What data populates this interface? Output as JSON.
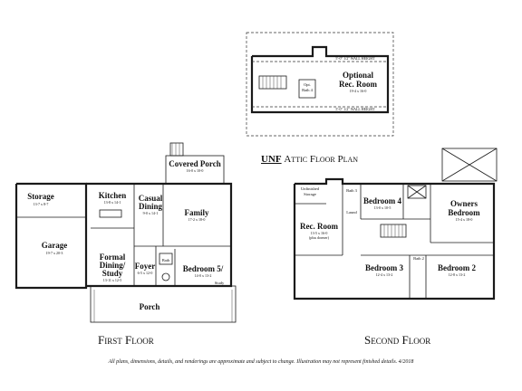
{
  "attic": {
    "room_name_1": "Optional",
    "room_name_2": "Rec. Room",
    "room_dim": "19-4 x 16-0",
    "bath_label_1": "Opt.",
    "bath_label_2": "Bath 4",
    "wall_note_top": "5'-0\" 1/2\" WALL HEIGHT",
    "wall_note_bottom": "5'-0\" 1/2\" WALL HEIGHT",
    "title_mark": "UNF",
    "title": "Attic Floor Plan"
  },
  "first_floor": {
    "title": "First Floor",
    "rooms": {
      "storage": {
        "name": "Storage",
        "dim": "13-7 x 8-7"
      },
      "garage": {
        "name": "Garage",
        "dim": "19-7 x 20-3"
      },
      "kitchen": {
        "name": "Kitchen",
        "dim": "13-8 x 14-1"
      },
      "casual_dining": {
        "name_1": "Casual",
        "name_2": "Dining",
        "dim": "9-0 x 14-1"
      },
      "covered_porch": {
        "name": "Covered Porch",
        "dim": "16-0 x 10-0"
      },
      "family": {
        "name": "Family",
        "dim": "17-2 x 18-0"
      },
      "formal_dining": {
        "name_1": "Formal",
        "name_2": "Dining/",
        "name_3": "Study",
        "dim": "13-11 x 12-5"
      },
      "foyer": {
        "name": "Foyer",
        "dim": "6-5 x 12-0"
      },
      "bedroom5": {
        "name": "Bedroom 5/",
        "dim": "14-0 x 13-2",
        "note": "Study"
      },
      "bath": {
        "name": "Bath"
      },
      "porch": {
        "name": "Porch"
      }
    }
  },
  "second_floor": {
    "title": "Second Floor",
    "rooms": {
      "unfinished_storage": {
        "name_1": "Unfinished",
        "name_2": "Storage"
      },
      "bath3": {
        "name": "Bath 3"
      },
      "bedroom4": {
        "name": "Bedroom 4",
        "dim": "13-0 x 10-5"
      },
      "laund": {
        "name": "Laund"
      },
      "owners_bedroom": {
        "name_1": "Owners",
        "name_2": "Bedroom",
        "dim": "15-4 x 18-0"
      },
      "rec_room": {
        "name": "Rec. Room",
        "dim": "13-5 x 16-0",
        "note": "(plus dormer)"
      },
      "bedroom3": {
        "name": "Bedroom 3",
        "dim": "12-4 x 13-2"
      },
      "bath2": {
        "name": "Bath 2"
      },
      "bedroom2": {
        "name": "Bedroom 2",
        "dim": "12-8 x 13-2"
      }
    }
  },
  "disclaimer": "All plans, dimensions, details, and renderings are approximate and subject to change. Illustration may not represent finished details. 4/2018"
}
